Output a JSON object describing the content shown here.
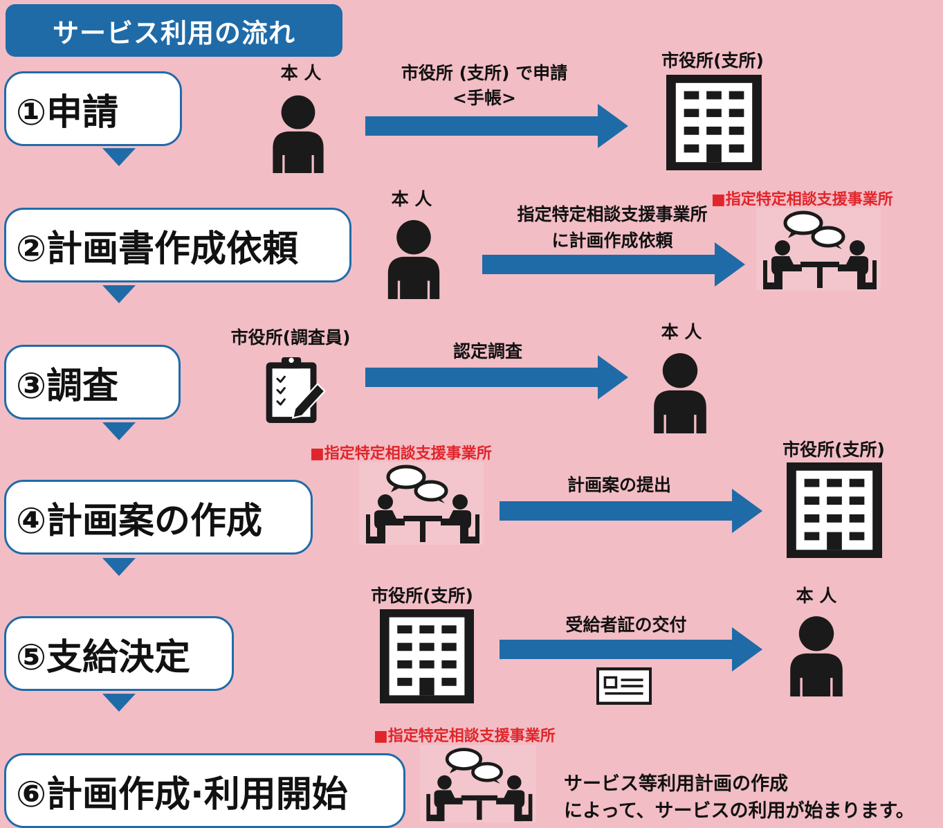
{
  "title": "サービス利用の流れ",
  "steps": [
    {
      "label": "①申請"
    },
    {
      "label": "②計画書作成依頼"
    },
    {
      "label": "③調査"
    },
    {
      "label": "④計画案の作成"
    },
    {
      "label": "⑤支給決定"
    },
    {
      "label": "⑥計画作成·利用開始"
    }
  ],
  "rows": {
    "r1": {
      "from": "本 人",
      "action_line1": "市役所 (支所) で申請",
      "action_line2": "<手帳>",
      "to": "市役所(支所)"
    },
    "r2": {
      "from": "本 人",
      "action_line1": "指定特定相談支援事業所",
      "action_line2": "に計画作成依頼",
      "to": "■指定特定相談支援事業所"
    },
    "r3": {
      "from": "市役所(調査員)",
      "action": "認定調査",
      "to": "本 人"
    },
    "r4": {
      "from": "■指定特定相談支援事業所",
      "action": "計画案の提出",
      "to": "市役所(支所)"
    },
    "r5": {
      "from": "市役所(支所)",
      "action": "受給者証の交付",
      "to": "本 人"
    },
    "r6": {
      "from": "■指定特定相談支援事業所",
      "text_line1": "サービス等利用計画の作成",
      "text_line2": "によって、サービスの利用が始まります。"
    }
  },
  "colors": {
    "background": "#f2bdc5",
    "accent": "#1f6ba8",
    "red": "#e0252b",
    "icon": "#1a1a1a"
  }
}
